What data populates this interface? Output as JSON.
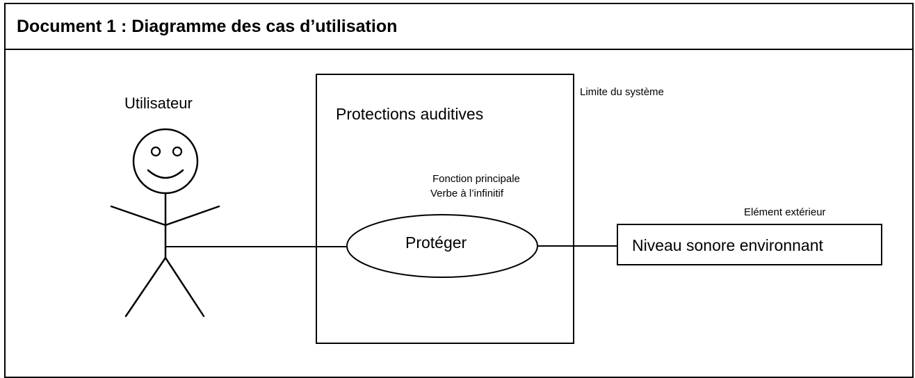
{
  "document": {
    "title": "Document 1 : Diagramme des cas d’utilisation"
  },
  "diagram": {
    "actor": {
      "label": "Utilisateur"
    },
    "system": {
      "title": "Protections auditives",
      "boundary_label": "Limite du système"
    },
    "use_case": {
      "label": "Protéger",
      "annotation_line1": "Fonction principale",
      "annotation_line2": "Verbe à l’infinitif"
    },
    "external_element": {
      "label": "Niveau sonore environnant",
      "annotation": "Elément extérieur"
    }
  }
}
